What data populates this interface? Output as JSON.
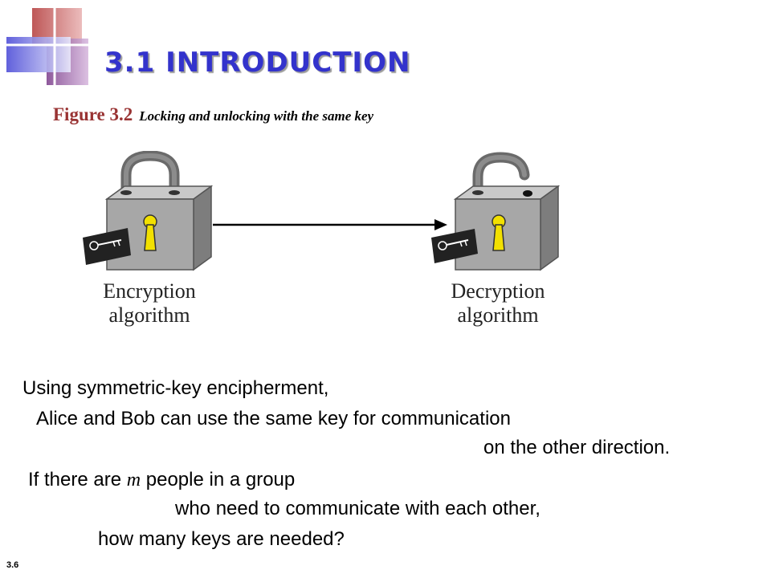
{
  "slide": {
    "title": "3.1  INTRODUCTION",
    "number": "3.6"
  },
  "figure": {
    "caption_number": "Figure 3.2",
    "caption_text": "Locking and unlocking with the same key",
    "left_label_line1": "Encryption",
    "left_label_line2": "algorithm",
    "right_label_line1": "Decryption",
    "right_label_line2": "algorithm"
  },
  "body": {
    "line1": "Using symmetric-key encipherment,",
    "line2": "Alice and Bob can use the same key for communication",
    "line3": "on the other direction.",
    "line4_pre": "If there are ",
    "line4_var": "m",
    "line4_post": " people in a group",
    "line5": "who need to communicate with each other,",
    "line6": "how many keys are needed?"
  },
  "colors": {
    "title": "#3333cc",
    "caption_number": "#993333",
    "lock_body": "#a7a7a7",
    "keyhole": "#f2e000"
  }
}
